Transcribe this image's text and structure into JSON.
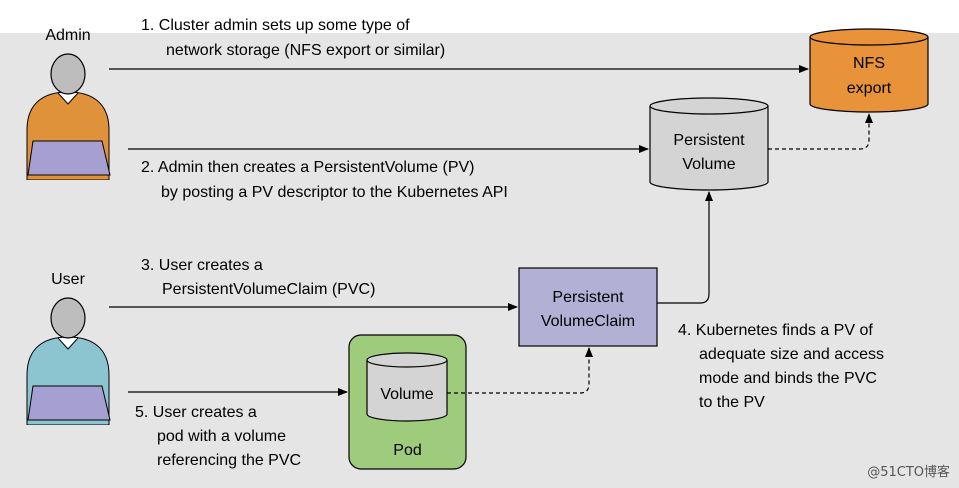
{
  "actors": {
    "admin": {
      "label": "Admin",
      "shirt_color": "#e0923a"
    },
    "user": {
      "label": "User",
      "shirt_color": "#8cc4cf"
    }
  },
  "nodes": {
    "nfs": {
      "line1": "NFS",
      "line2": "export",
      "color": "#e8923a"
    },
    "pv": {
      "line1": "Persistent",
      "line2": "Volume",
      "color": "#d4d4d4"
    },
    "pvc": {
      "line1": "Persistent",
      "line2": "VolumeClaim",
      "color": "#b3b0d6"
    },
    "pod": {
      "label": "Pod",
      "color": "#9fcb7c"
    },
    "volume": {
      "label": "Volume",
      "color": "#d4d4d4"
    }
  },
  "steps": {
    "step1": {
      "line1": "1. Cluster admin sets up some type of",
      "line2": "network storage (NFS export or similar)"
    },
    "step2": {
      "line1": "2. Admin then creates a PersistentVolume (PV)",
      "line2": "by posting a PV descriptor to the Kubernetes API"
    },
    "step3": {
      "line1": "3. User creates a",
      "line2": "PersistentVolumeClaim (PVC)"
    },
    "step4": {
      "line1": "4. Kubernetes finds a PV of",
      "line2": "adequate size and access",
      "line3": "mode and binds the PVC",
      "line4": "to the PV"
    },
    "step5": {
      "line1": "5. User creates a",
      "line2": "pod with a volume",
      "line3": "referencing the PVC"
    }
  },
  "watermark": "@51CTO博客",
  "colors": {
    "background": "#e5e5e5",
    "stroke": "#000000"
  }
}
